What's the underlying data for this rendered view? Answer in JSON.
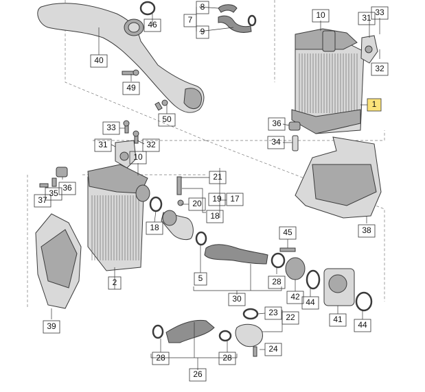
{
  "callouts": {
    "c1": "1",
    "c2": "2",
    "c5": "5",
    "c7": "7",
    "c8": "8",
    "c9": "9",
    "c10a": "10",
    "c10b": "10",
    "c17": "17",
    "c18a": "18",
    "c18b": "18",
    "c19": "19",
    "c20": "20",
    "c21": "21",
    "c22": "22",
    "c23": "23",
    "c24": "24",
    "c26": "26",
    "c28a": "28",
    "c28b": "28",
    "c28c": "28",
    "c30": "30",
    "c31a": "31",
    "c31b": "31",
    "c32a": "32",
    "c32b": "32",
    "c33a": "33",
    "c33b": "33",
    "c34": "34",
    "c35": "35",
    "c36a": "36",
    "c36b": "36",
    "c37": "37",
    "c38": "38",
    "c39": "39",
    "c40": "40",
    "c41": "41",
    "c42": "42",
    "c44a": "44",
    "c44b": "44",
    "c45": "45",
    "c46": "46",
    "c49": "49",
    "c50": "50"
  },
  "highlight_color": "#fbe27a"
}
